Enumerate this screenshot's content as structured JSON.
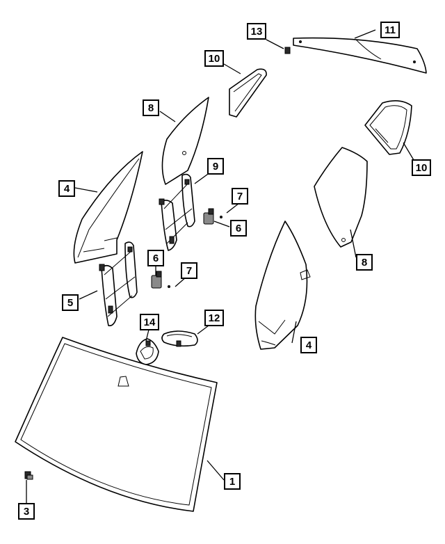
{
  "diagram": {
    "callouts": {
      "c1": "1",
      "c3": "3",
      "c4_left": "4",
      "c4_right": "4",
      "c5": "5",
      "c6_upper": "6",
      "c6_lower": "6",
      "c7_upper": "7",
      "c7_lower": "7",
      "c8_left": "8",
      "c8_right": "8",
      "c9": "9",
      "c10_left": "10",
      "c10_right": "10",
      "c11": "11",
      "c12": "12",
      "c13": "13",
      "c14": "14"
    }
  }
}
